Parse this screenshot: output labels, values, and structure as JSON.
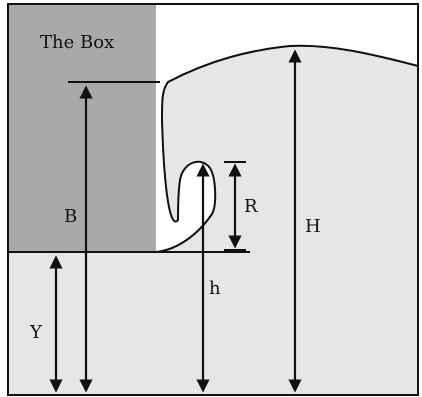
{
  "diagram": {
    "box_label": "The Box",
    "labels": {
      "B": "B",
      "Y": "Y",
      "R": "R",
      "h": "h",
      "H": "H"
    }
  },
  "colors": {
    "background": "#ffffff",
    "box_fill": "#a9a9a9",
    "fluid_fill": "#e6e6e6",
    "line": "#111111"
  }
}
